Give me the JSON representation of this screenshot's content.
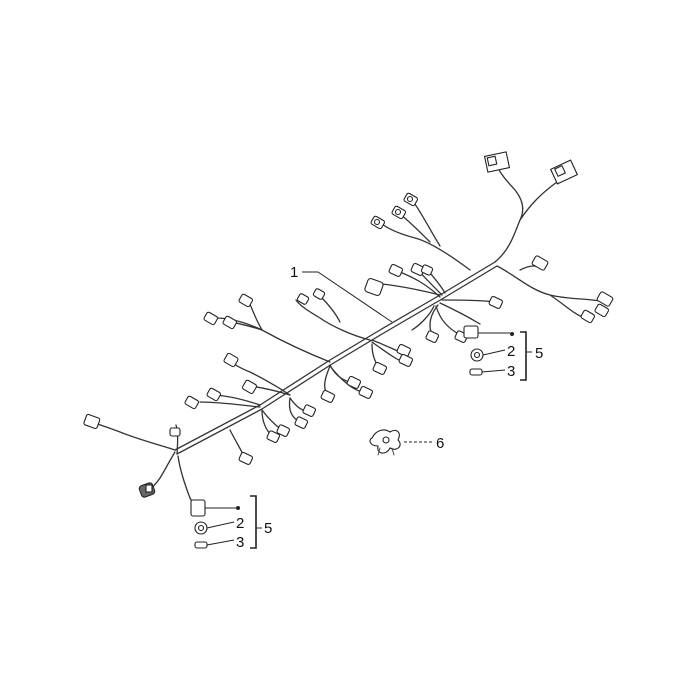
{
  "diagram": {
    "callouts": {
      "harness": "1",
      "upper_group": {
        "part_a": "2",
        "part_b": "3",
        "group": "5"
      },
      "lower_group": {
        "part_a": "2",
        "part_b": "3",
        "group": "5"
      },
      "clip": "6"
    }
  }
}
